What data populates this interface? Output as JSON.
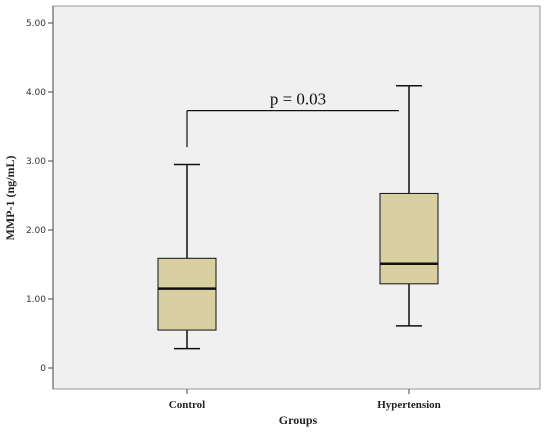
{
  "chart_data": {
    "type": "box",
    "xlabel": "Groups",
    "ylabel": "MMP-1 (ng/mL)",
    "ylim": [
      0,
      5
    ],
    "yticks": [
      "0",
      "1.00",
      "2.00",
      "3.00",
      "4.00",
      "5.00"
    ],
    "grid": false,
    "categories": [
      "Control",
      "Hypertension"
    ],
    "boxes": [
      {
        "category": "Control",
        "min": 0.28,
        "q1": 0.55,
        "median": 1.15,
        "q3": 1.59,
        "max": 2.95
      },
      {
        "category": "Hypertension",
        "min": 0.61,
        "q1": 1.22,
        "median": 1.51,
        "q3": 2.53,
        "max": 4.09
      }
    ],
    "annotation": {
      "text": "p = 0.03",
      "y": 3.73
    },
    "colors": {
      "plot_background": "#f0f0f0",
      "box_fill": "#d8d0a1",
      "stroke": "#111111"
    }
  }
}
